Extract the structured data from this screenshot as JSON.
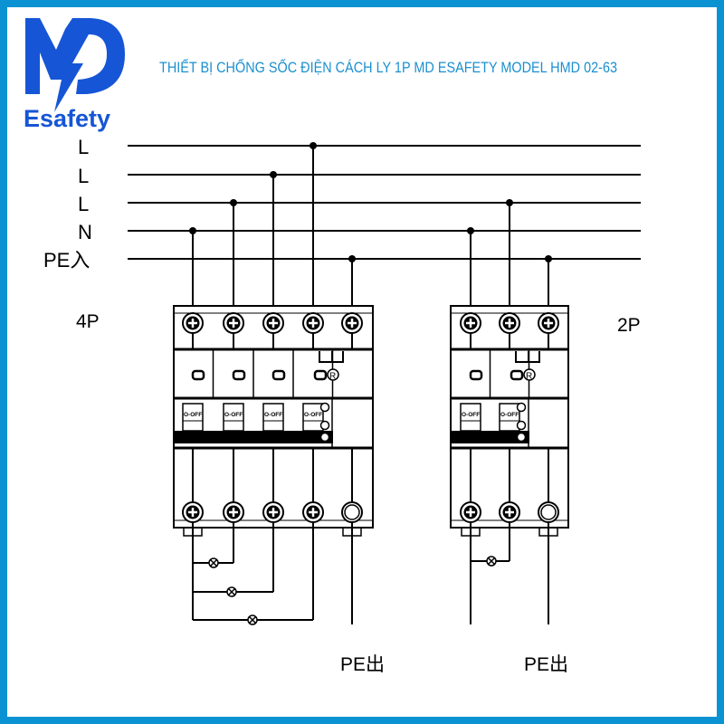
{
  "logo": {
    "letters": "MD",
    "brand": "Esafety"
  },
  "title": "THIẾT BỊ CHỐNG SỐC ĐIỆN CÁCH LY 1P MD ESAFETY MODEL HMD 02-63",
  "bus_labels": [
    "L",
    "L",
    "L",
    "N",
    "PE入"
  ],
  "device_4p": {
    "label": "4P",
    "switch_labels": [
      "O-OFF",
      "O-OFF",
      "O-OFF",
      "O-OFF"
    ],
    "reg_mark": "R",
    "output_label": "PE出"
  },
  "device_2p": {
    "label": "2P",
    "switch_labels": [
      "O-OFF",
      "O-OFF"
    ],
    "reg_mark": "R",
    "output_label": "PE出"
  },
  "colors": {
    "border": "#0a92d2",
    "title": "#1a8fd0",
    "logo": "#1656d6"
  }
}
